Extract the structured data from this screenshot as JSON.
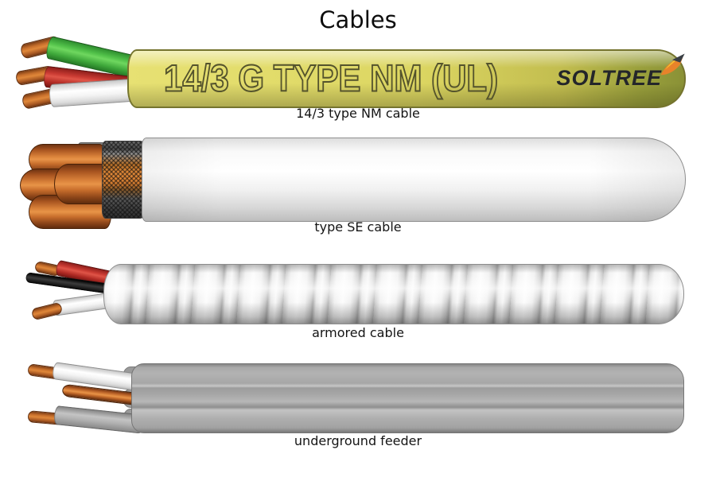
{
  "title": "Cables",
  "cables": [
    {
      "label": "14/3 type NM cable",
      "print": "14/3 G TYPE NM (UL)",
      "brand": "SOLTREE",
      "brand_logo_icon": "soltree-leaf-icon",
      "sheath_color": "#dcd662",
      "wire_colors": [
        "#52c24a",
        "#c93a32",
        "#f4f4f4"
      ]
    },
    {
      "label": "type SE cable",
      "sheath_color": "#f1f1f1",
      "wire_colors": [
        "#d9813a",
        "#d9813a",
        "#d9813a",
        "#d9813a"
      ]
    },
    {
      "label": "armored cable",
      "sheath_color": "#ededed",
      "wire_colors": [
        "#c93a32",
        "#1c1c1c",
        "#f4f4f4"
      ]
    },
    {
      "label": "underground feeder",
      "sheath_color": "#a9a9a9",
      "wire_colors": [
        "#f4f4f4",
        "#d9813a",
        "#b2b2b2"
      ]
    }
  ],
  "colors": {
    "copper": "#c8702c",
    "nm_yellow": "#dcd662",
    "background": "#ffffff",
    "text": "#141414"
  }
}
